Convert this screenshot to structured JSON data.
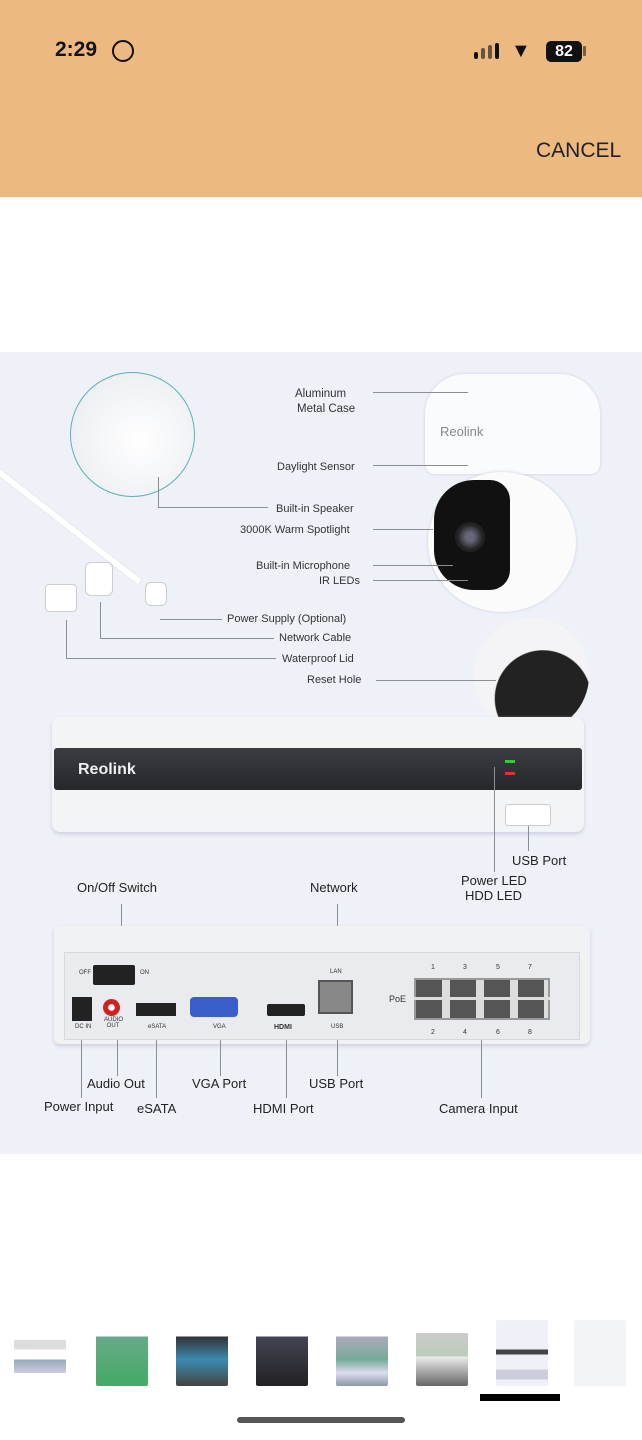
{
  "status_bar": {
    "time": "2:29",
    "battery": "82",
    "app_icon": "whatsapp-icon"
  },
  "header": {
    "cancel_label": "CANCEL"
  },
  "product_image": {
    "camera_logo": "Reolink",
    "nvr_logo": "Reolink",
    "camera_labels": [
      "Aluminum",
      "Metal Case",
      "Daylight Sensor",
      "Built-in Speaker",
      "3000K Warm Spotlight",
      "Built-in Microphone",
      "IR LEDs",
      "Power Supply (Optional)",
      "Network Cable",
      "Waterproof Lid",
      "Reset Hole"
    ],
    "nvr_front_labels": [
      "USB Port",
      "Power LED",
      "HDD LED"
    ],
    "nvr_back_labels": [
      "On/Off Switch",
      "Network",
      "Audio Out",
      "VGA Port",
      "USB Port",
      "Power Input",
      "eSATA",
      "HDMI Port",
      "Camera Input"
    ],
    "nvr_panel_text": {
      "off": "OFF",
      "on": "ON",
      "dc_in": "DC IN",
      "audio_out": "AUDIO OUT",
      "esata": "eSATA",
      "vga": "VGA",
      "hdmi": "HDMI",
      "usb": "USB",
      "lan": "LAN",
      "poe": "PoE",
      "ports_top": [
        "1",
        "3",
        "5",
        "7"
      ],
      "ports_bottom": [
        "2",
        "4",
        "6",
        "8"
      ]
    }
  },
  "thumbnails": {
    "count": 8,
    "selected_index": 6
  }
}
